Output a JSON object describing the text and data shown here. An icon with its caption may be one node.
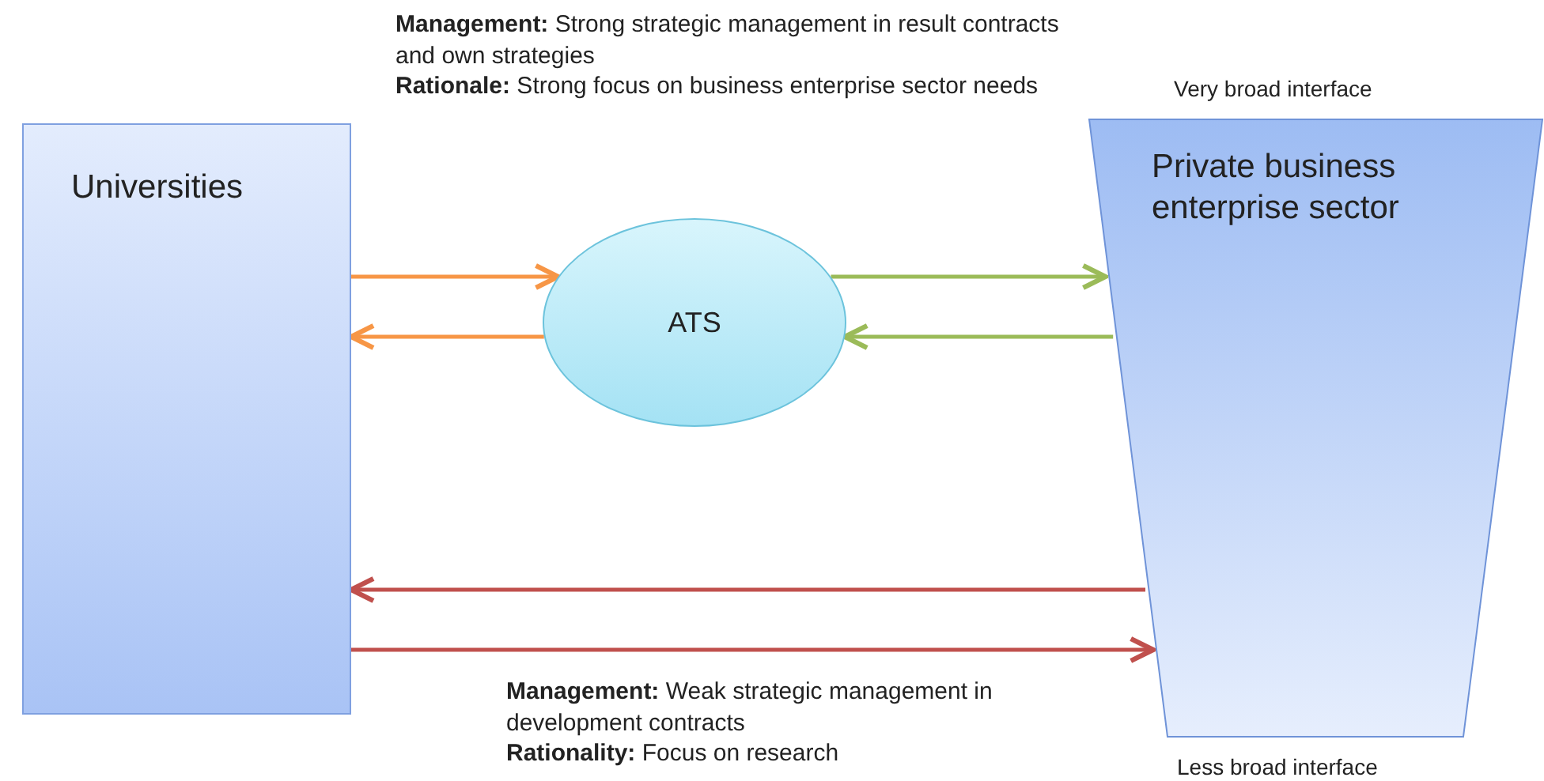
{
  "diagram": {
    "nodes": [
      {
        "text": [
          "Universities"
        ]
      },
      {
        "text": [
          "ATS"
        ]
      },
      {
        "text": [
          "Private business enterprise sector"
        ],
        "beside": [
          "Very broad interface",
          "Less broad interface"
        ]
      }
    ],
    "edges": [
      {
        "from": 0,
        "to": 1,
        "arrow": "to",
        "color": "#f79646"
      },
      {
        "from": 1,
        "to": 0,
        "arrow": "to",
        "color": "#f79646"
      },
      {
        "from": 1,
        "to": 2,
        "arrow": "to",
        "color": "#9bbb59"
      },
      {
        "from": 2,
        "to": 1,
        "arrow": "to",
        "color": "#9bbb59"
      },
      {
        "from": 2,
        "to": 0,
        "arrow": "to",
        "color": "#c0504d"
      },
      {
        "from": 0,
        "to": 2,
        "arrow": "to",
        "color": "#c0504d"
      }
    ],
    "labels": [
      "**Management:** Strong strategic management in result contracts and own strategies",
      "**Rationale:** Strong focus on business enterprise sector needs",
      "**Management:** Weak strategic management in development contracts",
      "**Rationality:** Focus on research"
    ]
  }
}
